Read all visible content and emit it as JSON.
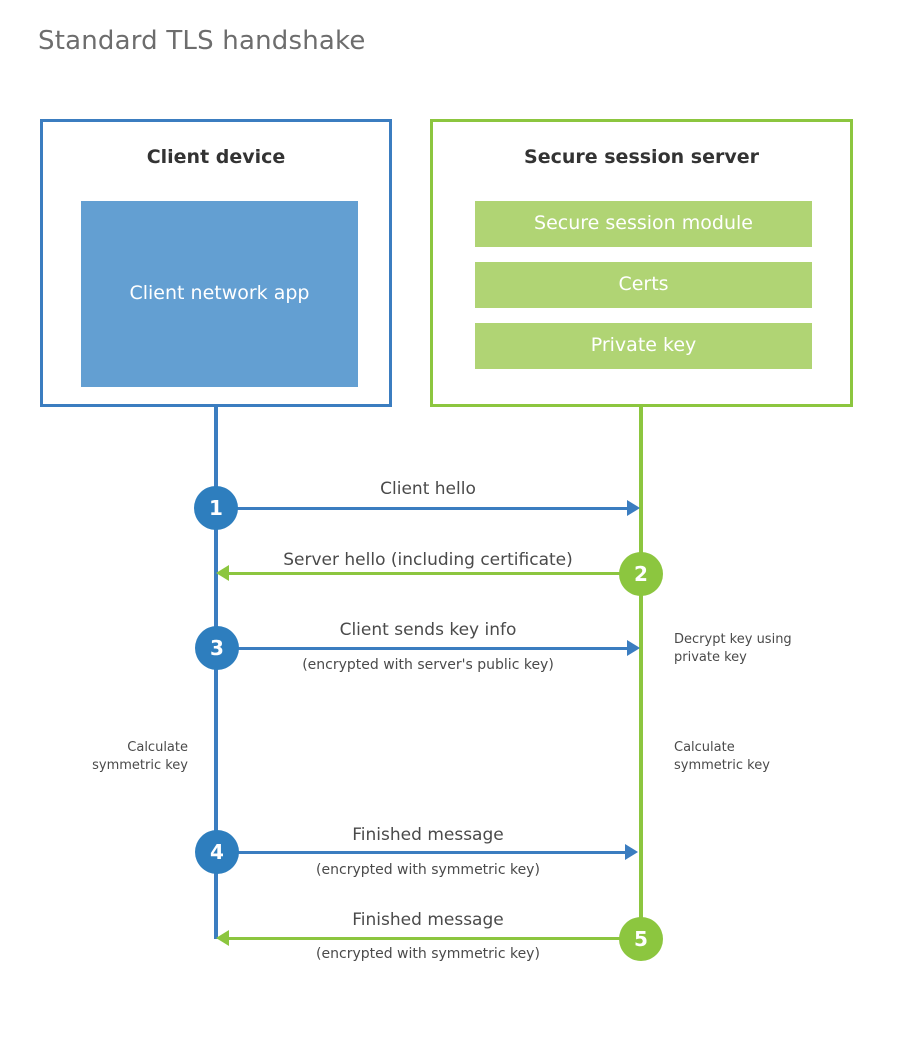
{
  "title": "Standard TLS handshake",
  "colors": {
    "client_blue": "#3b7dc0",
    "client_circle_blue": "#2e7ebe",
    "client_app_fill": "#639fd2",
    "server_green": "#8cc63f",
    "server_bar_fill": "#b0d474",
    "title_gray": "#6d6d6d",
    "text_gray": "#4a4a4a",
    "heading_dark": "#333333",
    "background": "#ffffff"
  },
  "client": {
    "heading": "Client device",
    "app_label": "Client network app"
  },
  "server": {
    "heading": "Secure session server",
    "components": [
      "Secure session module",
      "Certs",
      "Private key"
    ]
  },
  "steps": [
    {
      "number": "1",
      "label": "Client hello",
      "sub": "",
      "direction": "client-to-server",
      "color": "blue"
    },
    {
      "number": "2",
      "label": "Server hello (including certificate)",
      "sub": "",
      "direction": "server-to-client",
      "color": "green"
    },
    {
      "number": "3",
      "label": "Client sends key info",
      "sub": "(encrypted with server's public key)",
      "direction": "client-to-server",
      "color": "blue"
    },
    {
      "number": "4",
      "label": "Finished message",
      "sub": "(encrypted with symmetric key)",
      "direction": "client-to-server",
      "color": "blue"
    },
    {
      "number": "5",
      "label": "Finished message",
      "sub": "(encrypted with symmetric key)",
      "direction": "server-to-client",
      "color": "green"
    }
  ],
  "annotations": {
    "server_decrypt": "Decrypt key using\nprivate key",
    "client_calculate": "Calculate\nsymmetric key",
    "server_calculate": "Calculate\nsymmetric key"
  }
}
